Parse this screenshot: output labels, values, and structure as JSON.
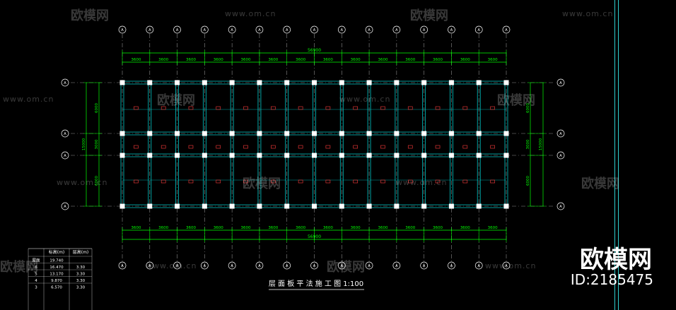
{
  "drawing": {
    "title": "层 面 板 平 法 施 工 图 1:100",
    "overall_dimension": "56900",
    "bay_dimensions": [
      "3600",
      "3600",
      "3600",
      "3600",
      "3600",
      "3600",
      "3600",
      "3600",
      "3600",
      "3600",
      "3600",
      "3600",
      "3600",
      "3600"
    ],
    "left_dims": [
      "6000",
      "3000",
      "6000"
    ],
    "left_total": "15000",
    "right_dims": [
      "6000",
      "3000",
      "6000"
    ],
    "right_total": "15000",
    "grid_bubble_label": "A",
    "colors": {
      "grid": "#ffffff",
      "dim": "#00ff00",
      "beam": "#00c8c8",
      "column": "#ffffff",
      "annotation": "#ff3b3b",
      "border": "#2fd1d1"
    }
  },
  "level_table": {
    "headers": [
      "标高(m)",
      "层高(m)"
    ],
    "rows": [
      {
        "floor": "屋面",
        "elev": "19.740",
        "height": ""
      },
      {
        "floor": "6",
        "elev": "16.470",
        "height": "3.30"
      },
      {
        "floor": "5",
        "elev": "13.170",
        "height": "3.30"
      },
      {
        "floor": "4",
        "elev": "9.870",
        "height": "3.30"
      },
      {
        "floor": "3",
        "elev": "6.570",
        "height": "3.30"
      }
    ]
  },
  "watermark": {
    "brand_text": "欧模网",
    "url_text": "www.om.cn",
    "corner_brand": "欧模网",
    "corner_id": "ID:2185475"
  }
}
